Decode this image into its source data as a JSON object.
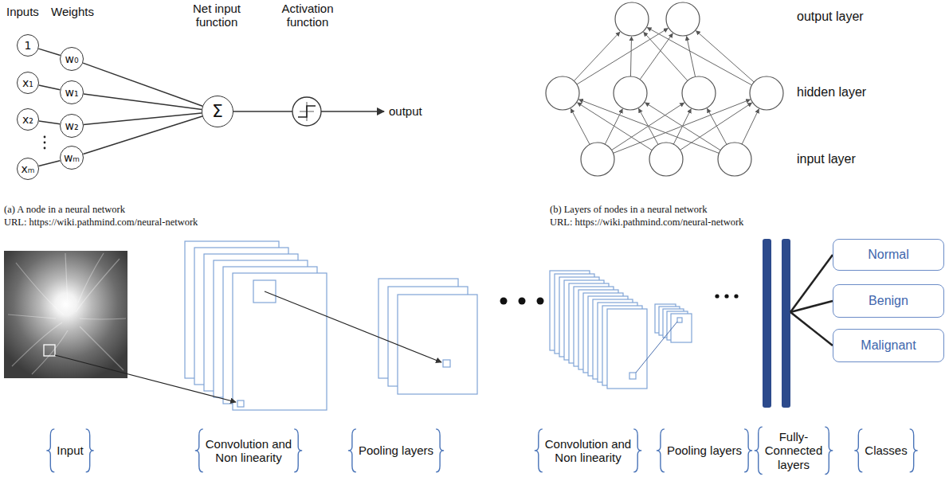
{
  "diagram": {
    "nodes": [
      {
        "text": [
          "1"
        ]
      },
      {
        "text": [
          "x₁"
        ]
      },
      {
        "text": [
          "x₂"
        ]
      },
      {
        "text": [
          "xₘ"
        ]
      },
      {
        "text": [
          "w₀"
        ]
      },
      {
        "text": [
          "w₁"
        ]
      },
      {
        "text": [
          "w₂"
        ]
      },
      {
        "text": [
          "wₘ"
        ]
      },
      {
        "text": [
          "Σ"
        ]
      },
      {
        "text": [
          "Normal"
        ]
      },
      {
        "text": [
          "Benign"
        ]
      },
      {
        "text": [
          "Malignant"
        ]
      }
    ],
    "edges": [
      {
        "from": 0,
        "to": 4,
        "arrow": "none"
      },
      {
        "from": 1,
        "to": 5,
        "arrow": "none"
      },
      {
        "from": 2,
        "to": 6,
        "arrow": "none"
      },
      {
        "from": 3,
        "to": 7,
        "arrow": "none"
      },
      {
        "from": 4,
        "to": 8,
        "arrow": "none"
      },
      {
        "from": 5,
        "to": 8,
        "arrow": "none"
      },
      {
        "from": 6,
        "to": 8,
        "arrow": "none"
      },
      {
        "from": 7,
        "to": 8,
        "arrow": "none"
      }
    ],
    "labels": [
      "Inputs",
      "Weights",
      "Net input function",
      "Activation function",
      "output",
      "(a) A node in a neural network",
      "URL: https://wiki.pathmind.com/neural-network",
      "output layer",
      "hidden layer",
      "input layer",
      "(b) Layers of nodes in a neural network",
      "URL: https://wiki.pathmind.com/neural-network",
      "Input",
      "Convolution and Non linearity",
      "Pooling layers",
      "Convolution and Non linearity",
      "Pooling layers",
      "Fully-Connected layers",
      "Classes"
    ]
  }
}
